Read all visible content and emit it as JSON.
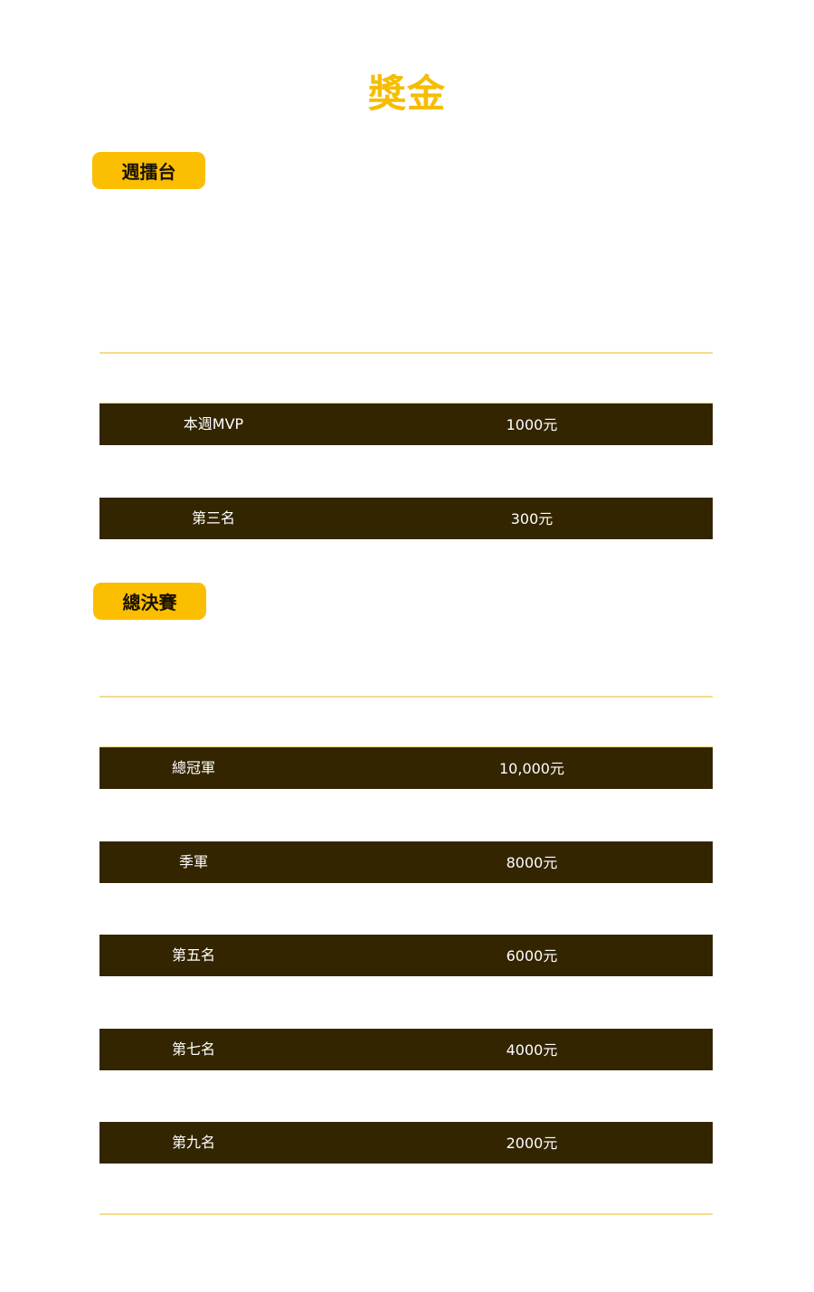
{
  "page": {
    "title": "獎金"
  },
  "sections": {
    "weekly": {
      "label": "週擂台",
      "rows": [
        {
          "label": "本週MVP",
          "value": "1000元"
        },
        {
          "label": "第三名",
          "value": "300元"
        }
      ]
    },
    "finals": {
      "label": "總決賽",
      "rows": [
        {
          "label": "總冠軍",
          "value": "10,000元"
        },
        {
          "label": "季軍",
          "value": "8000元"
        },
        {
          "label": "第五名",
          "value": "6000元"
        },
        {
          "label": "第七名",
          "value": "4000元"
        },
        {
          "label": "第九名",
          "value": "2000元"
        }
      ]
    }
  },
  "colors": {
    "accent": "#fbbe00",
    "row_background": "#332500",
    "divider": "#f4dc8c"
  }
}
